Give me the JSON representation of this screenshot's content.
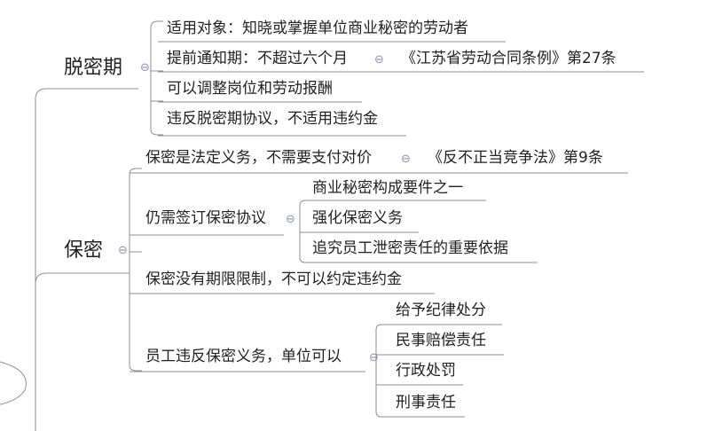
{
  "root": {
    "label": ""
  },
  "branch1": {
    "title": "脱密期",
    "collapse_icon": "collapse-circle-icon",
    "items": [
      {
        "text": "适用对象：知晓或掌握单位商业秘密的劳动者"
      },
      {
        "text": "提前通知期：不超过六个月",
        "ref": "《江苏省劳动合同条例》第27条"
      },
      {
        "text": "可以调整岗位和劳动报酬"
      },
      {
        "text": "违反脱密期协议，不适用违约金"
      }
    ]
  },
  "branch2": {
    "title": "保密",
    "items": [
      {
        "text": "保密是法定义务，不需要支付对价",
        "ref": "《反不正当竞争法》第9条"
      },
      {
        "text": "仍需签订保密协议",
        "children": [
          "商业秘密构成要件之一",
          "强化保密义务",
          "追究员工泄密责任的重要依据"
        ]
      },
      {
        "text": "保密没有期限限制，不可以约定违约金"
      },
      {
        "text": "员工违反保密义务，单位可以",
        "children": [
          "给予纪律处分",
          "民事赔偿责任",
          "行政处罚",
          "刑事责任"
        ]
      }
    ]
  },
  "colors": {
    "line": "#8f8f8f",
    "text": "#222222",
    "collapse_icon": "#8a93b2"
  }
}
